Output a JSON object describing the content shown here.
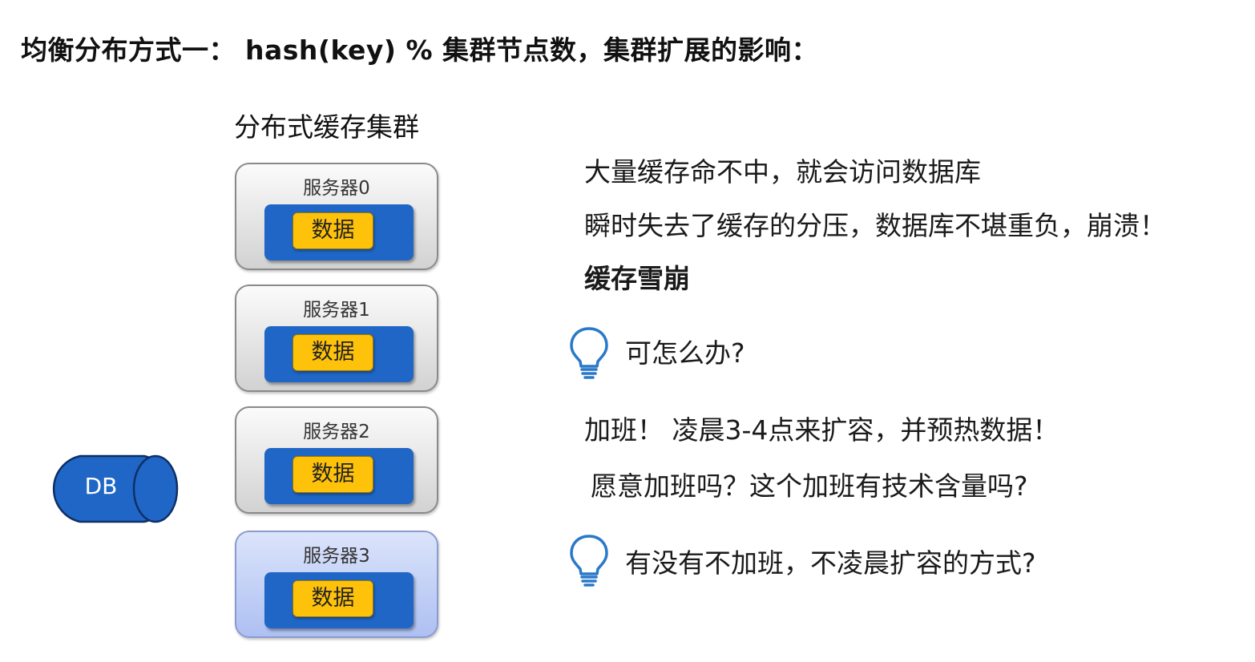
{
  "title": "均衡分布方式一： hash(key) % 集群节点数，集群扩展的影响：",
  "cluster": {
    "label": "分布式缓存集群",
    "servers": [
      {
        "label": "服务器0",
        "data_label": "数据",
        "highlighted": false
      },
      {
        "label": "服务器1",
        "data_label": "数据",
        "highlighted": false
      },
      {
        "label": "服务器2",
        "data_label": "数据",
        "highlighted": false
      },
      {
        "label": "服务器3",
        "data_label": "数据",
        "highlighted": true
      }
    ]
  },
  "db": {
    "label": "DB"
  },
  "notes": {
    "line1": "大量缓存命不中，就会访问数据库",
    "line2": "瞬时失去了缓存的分压，数据库不堪重负，崩溃！",
    "line3": "缓存雪崩",
    "question1": "可怎么办?",
    "answer1": "加班！  凌晨3-4点来扩容，并预热数据！",
    "answer2": "愿意加班吗？这个加班有技术含量吗?",
    "question2": "有没有不加班，不凌晨扩容的方式?"
  },
  "icons": {
    "bulb": "lightbulb-icon",
    "database": "database-cylinder-icon"
  },
  "colors": {
    "data_outer": "#1f66c6",
    "data_inner": "#ffc20a",
    "db_fill": "#1f66c6",
    "bulb_stroke": "#2a78c8",
    "highlight_server": "#aec0f2"
  }
}
